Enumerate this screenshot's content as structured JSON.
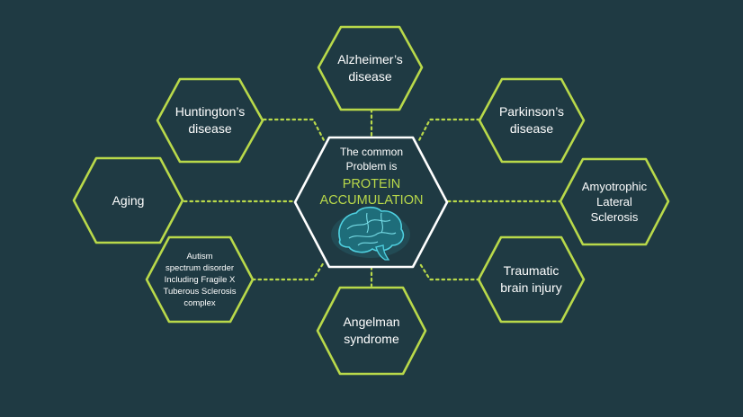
{
  "colors": {
    "background": "#1f3a43",
    "hex_outline": "#b9d94a",
    "center_outline": "#ffffff",
    "connector": "#b9d94a",
    "highlight_text": "#b9d94a",
    "text": "#ffffff",
    "brain": "#37b7c9"
  },
  "center": {
    "line1": "The common",
    "line2": "Problem is",
    "highlight1": "PROTEIN",
    "highlight2": "ACCUMULATION",
    "icon": "brain-icon"
  },
  "nodes": {
    "alzheimers": {
      "line1": "Alzheimer’s",
      "line2": "disease"
    },
    "huntingtons": {
      "line1": "Huntington’s",
      "line2": "disease"
    },
    "parkinsons": {
      "line1": "Parkinson’s",
      "line2": "disease"
    },
    "aging": {
      "line1": "Aging"
    },
    "als": {
      "line1": "Amyotrophic",
      "line2": "Lateral",
      "line3": "Sclerosis"
    },
    "autism": {
      "line1": "Autism",
      "line2": "spectrum disorder",
      "line3": "Including Fragile X",
      "line4": "Tuberous Sclerosis",
      "line5": "complex"
    },
    "tbi": {
      "line1": "Traumatic",
      "line2": "brain injury"
    },
    "angelman": {
      "line1": "Angelman",
      "line2": "syndrome"
    }
  }
}
